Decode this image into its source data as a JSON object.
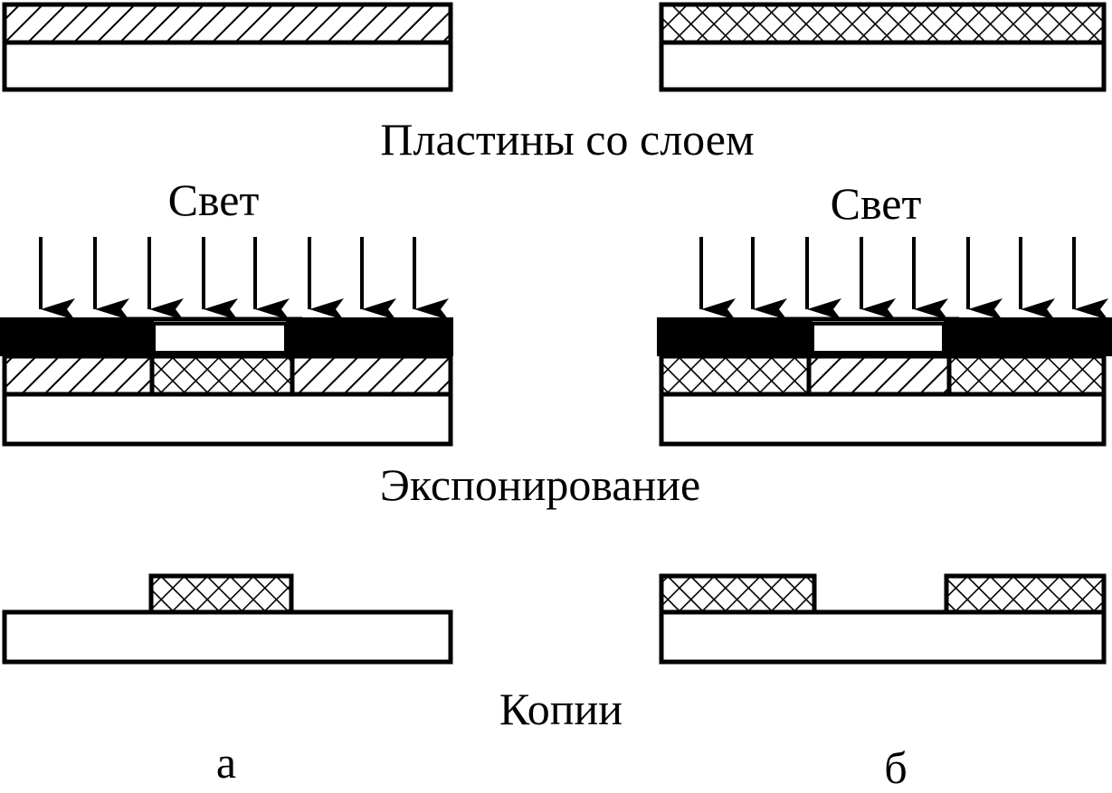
{
  "captions": {
    "plates": "Пластины со слоем",
    "exposure": "Экспонирование",
    "copies": "Копии"
  },
  "light": {
    "left": "Свет",
    "right": "Свет"
  },
  "variants": {
    "a": "а",
    "b": "б"
  },
  "colors": {
    "stroke": "#000000",
    "mask": "#000000",
    "background": "#ffffff"
  }
}
